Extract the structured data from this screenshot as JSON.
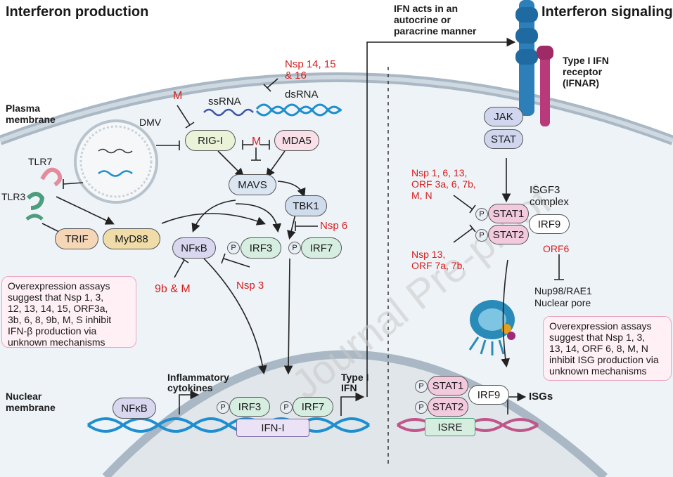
{
  "titles": {
    "production": "Interferon production",
    "signaling": "Interferon signaling"
  },
  "labels": {
    "plasma_membrane": [
      "Plasma",
      "membrane"
    ],
    "nuclear_membrane": [
      "Nuclear",
      "membrane"
    ],
    "dmv": "DMV",
    "tlr7": "TLR7",
    "tlr3": "TLR3",
    "ssrna": "ssRNA",
    "dsrna": "dsRNA",
    "ifn_acts": [
      "IFN acts in an",
      "autocrine or",
      "paracrine manner"
    ],
    "receptor": [
      "Type I IFN",
      "receptor",
      "(IFNAR)"
    ],
    "isgf3": [
      "ISGF3",
      "complex"
    ],
    "nup": [
      "Nup98/RAE1",
      "Nuclear pore"
    ],
    "inflammatory": [
      "Inflammatory",
      "cytokines"
    ],
    "type_i_ifn": [
      "Type I",
      "IFN"
    ],
    "isgs": "ISGs",
    "p": "P"
  },
  "proteins": {
    "rig_i": "RIG-I",
    "mda5": "MDA5",
    "mavs": "MAVS",
    "tbk1": "TBK1",
    "trif": "TRIF",
    "myd88": "MyD88",
    "nfkb": "NFκB",
    "irf3": "IRF3",
    "irf7": "IRF7",
    "jak": "JAK",
    "stat": "STAT",
    "stat1": "STAT1",
    "stat2": "STAT2",
    "irf9": "IRF9",
    "ifn_i": "IFN-I",
    "isre": "ISRE"
  },
  "inhibitors": {
    "m_top": "M",
    "m_mid": "M",
    "nsp14": [
      "Nsp 14, 15",
      "& 16"
    ],
    "nsp6": "Nsp 6",
    "nsp3": "Nsp 3",
    "b9m": "9b & M",
    "nsp_stat1": [
      "Nsp 1, 6, 13,",
      "ORF 3a, 6, 7b,",
      "M, N"
    ],
    "nsp_stat2": [
      "Nsp 13,",
      "ORF 7a, 7b,"
    ],
    "orf6": "ORF6"
  },
  "notes": {
    "left": [
      "Overexpression assays",
      "suggest that Nsp 1, 3,",
      "12, 13, 14, 15, ORF3a,",
      "3b, 6, 8, 9b, M, S inhibit",
      "IFN-β production via",
      "unknown mechanisms"
    ],
    "right": [
      "Overexpression assays",
      "suggest that Nsp 1, 3,",
      "13, 14, ORF 6, 8, M, N",
      "inhibit ISG production via",
      "unknown mechanisms"
    ]
  },
  "watermark": "Journal Pre-proof",
  "colors": {
    "inhibitor_red": "#d61f1f",
    "cell_fill": "#eef3f7",
    "nucleus_fill": "#e3e8ec",
    "membrane": "#a9b8c4",
    "note_border": "#e8a6c0",
    "note_fill": "#fff0f5",
    "dna_blue": "#1d8fd0",
    "dna_pink": "#c0558a"
  }
}
